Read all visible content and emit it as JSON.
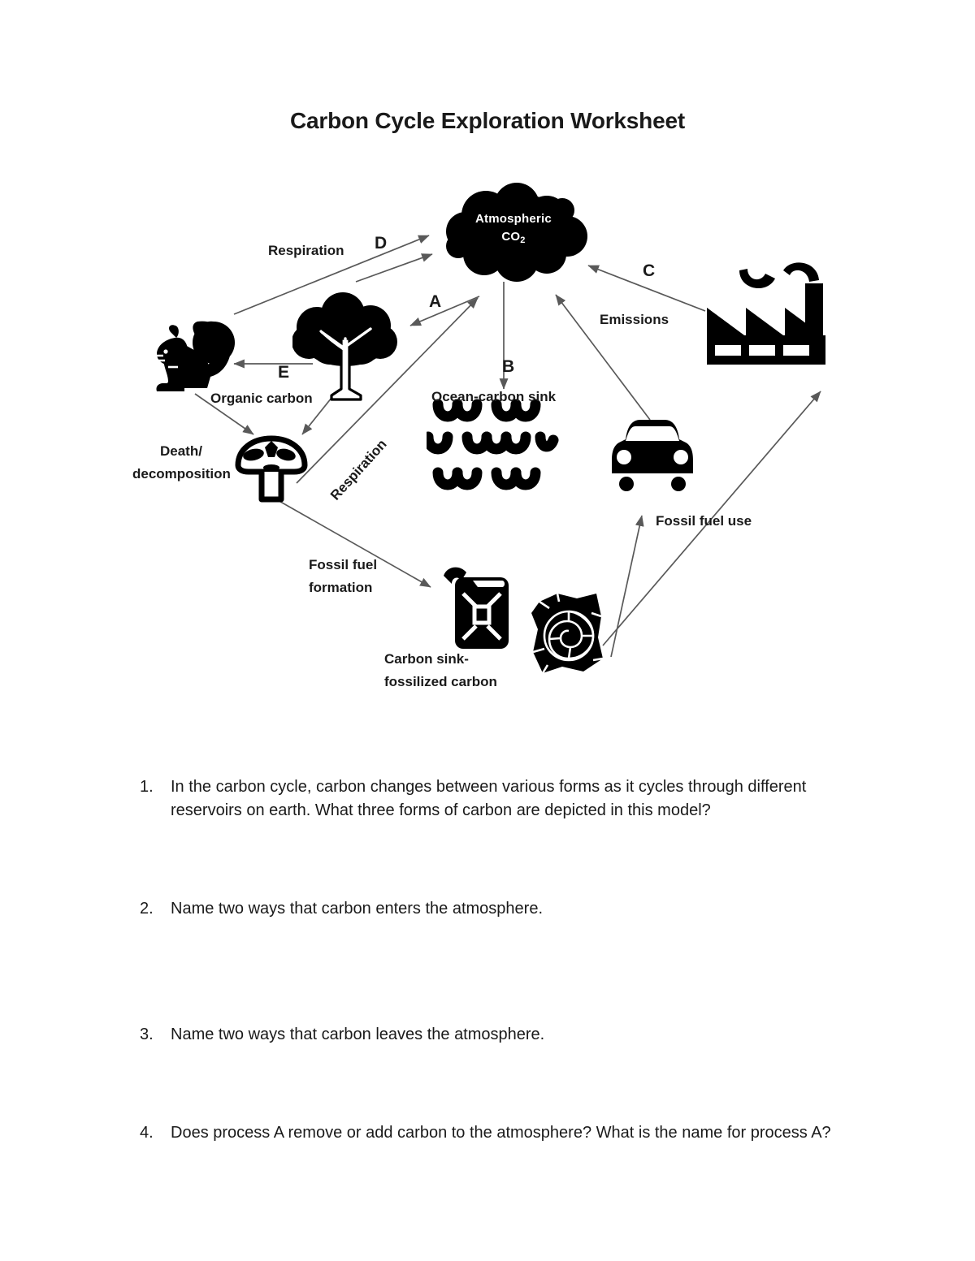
{
  "document": {
    "title": "Carbon Cycle Exploration Worksheet"
  },
  "diagram": {
    "cloud": {
      "label_line1": "Atmospheric",
      "label_line2": "CO",
      "label_sub": "2"
    },
    "labels": {
      "respiration_top": "Respiration",
      "letter_d": "D",
      "letter_a": "A",
      "letter_b": "B",
      "letter_c": "C",
      "letter_e": "E",
      "organic_carbon": "Organic carbon",
      "death_decomposition_line1": "Death/",
      "death_decomposition_line2": "decomposition",
      "respiration_diagonal": "Respiration",
      "ocean_carbon_sink": "Ocean-carbon sink",
      "emissions": "Emissions",
      "fossil_fuel_use": "Fossil fuel use",
      "fossil_fuel_formation_line1": "Fossil fuel",
      "fossil_fuel_formation_line2": "formation",
      "carbon_sink_line1": "Carbon sink-",
      "carbon_sink_line2": "fossilized carbon"
    },
    "icons": [
      "cloud-icon",
      "squirrel-icon",
      "tree-icon",
      "mushroom-icon",
      "ocean-waves-icon",
      "factory-icon",
      "car-icon",
      "jerry-can-icon",
      "fossil-rock-icon"
    ]
  },
  "questions": [
    {
      "number": "1.",
      "text": "In the carbon cycle, carbon changes between various forms as it cycles through different reservoirs on earth.  What three forms of carbon are depicted in this model?"
    },
    {
      "number": "2.",
      "text": "Name two ways that carbon enters the atmosphere."
    },
    {
      "number": "3.",
      "text": "Name two ways that carbon leaves the atmosphere."
    },
    {
      "number": "4.",
      "text": " Does process A remove or add carbon to the atmosphere?  What is the name for process A?"
    }
  ],
  "colors": {
    "ink": "#1a1a1a",
    "fill": "#000000",
    "paper": "#ffffff",
    "arrow": "#595959"
  }
}
